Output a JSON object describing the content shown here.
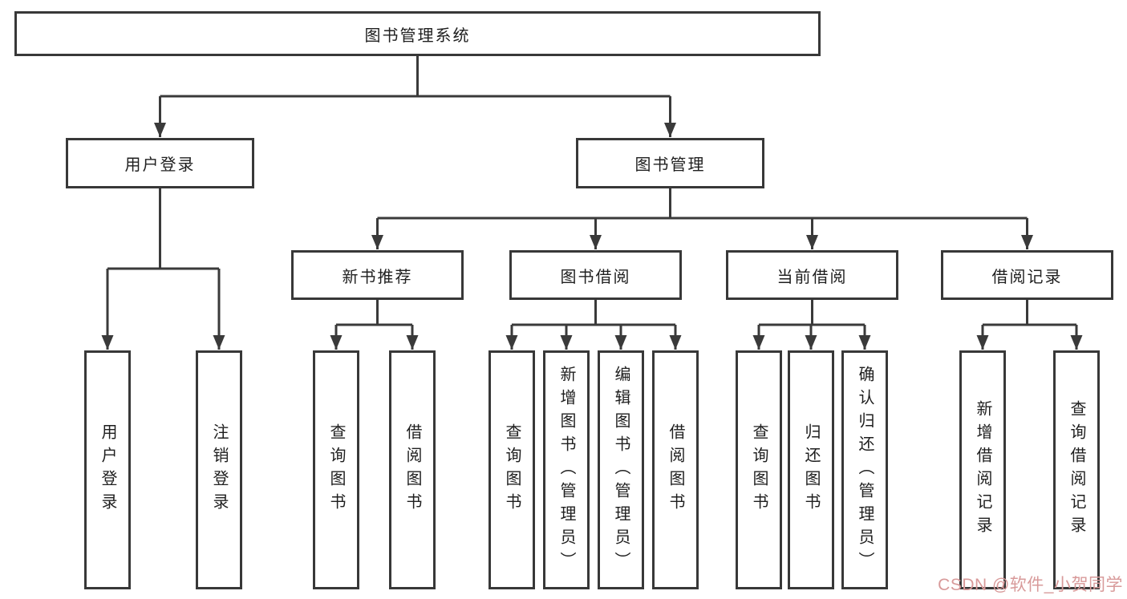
{
  "diagram": {
    "root": {
      "label": "图书管理系统"
    },
    "level1": [
      {
        "label": "用户登录"
      },
      {
        "label": "图书管理"
      }
    ],
    "level2": [
      {
        "label": "新书推荐"
      },
      {
        "label": "图书借阅"
      },
      {
        "label": "当前借阅"
      },
      {
        "label": "借阅记录"
      }
    ],
    "leaves": [
      {
        "label": "用户登录"
      },
      {
        "label": "注销登录"
      },
      {
        "label": "查询图书"
      },
      {
        "label": "借阅图书"
      },
      {
        "label": "查询图书"
      },
      {
        "label": "新增图书（管理员）"
      },
      {
        "label": "编辑图书（管理员）"
      },
      {
        "label": "借阅图书"
      },
      {
        "label": "查询图书"
      },
      {
        "label": "归还图书"
      },
      {
        "label": "确认归还（管理员）"
      },
      {
        "label": "新增借阅记录"
      },
      {
        "label": "查询借阅记录"
      }
    ]
  },
  "watermark": {
    "text": "CSDN @软件_小贺同学"
  },
  "colors": {
    "line": "#3a3a3a",
    "box_border": "#383838",
    "text": "#1f1f1f",
    "background": "#ffffff",
    "watermark": "#d89a9a"
  }
}
